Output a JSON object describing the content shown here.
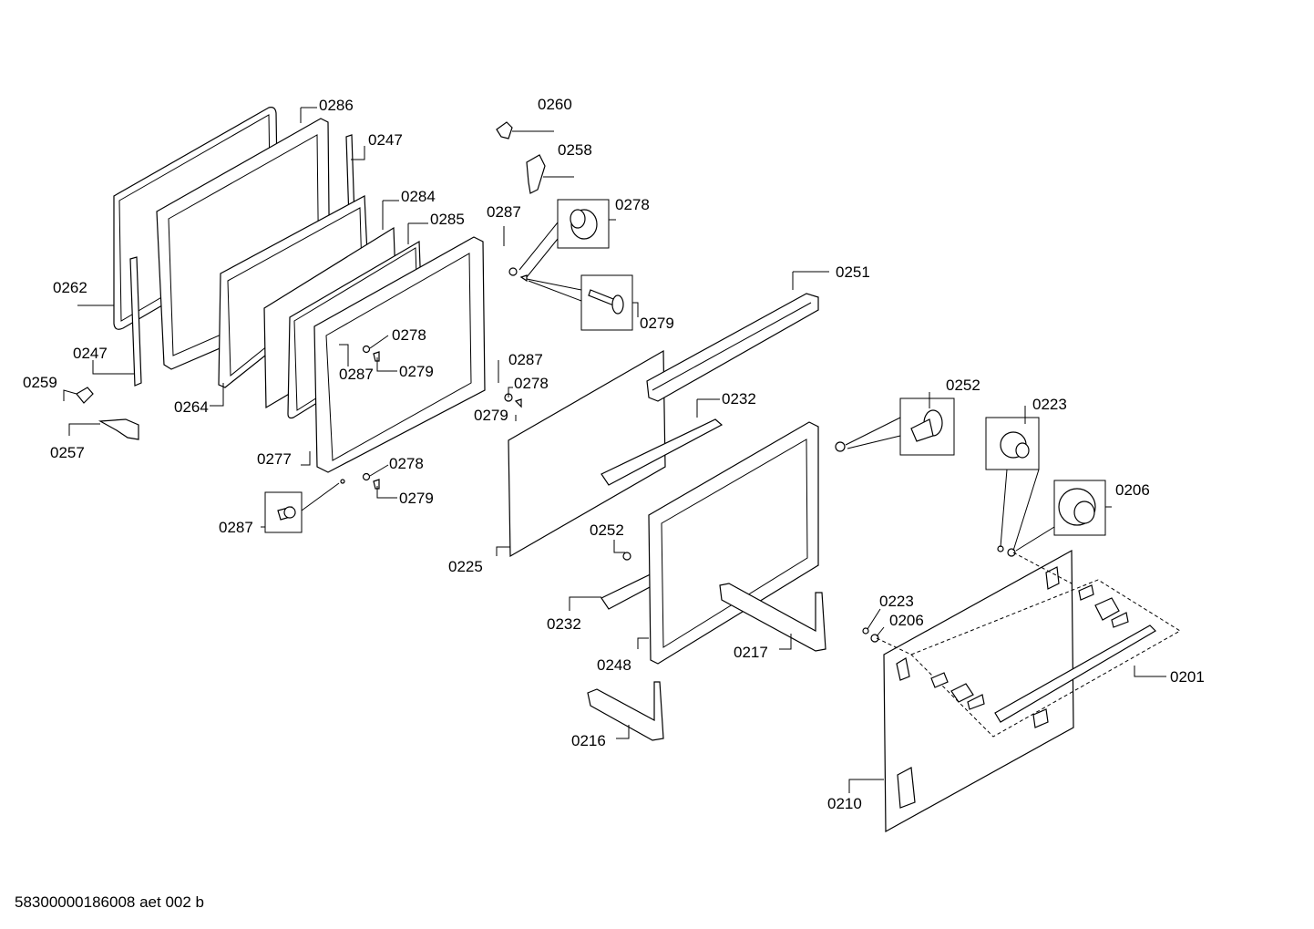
{
  "document_id": "58300000186008 aet 002 b",
  "part_labels": {
    "l0286": "0286",
    "l0247a": "0247",
    "l0284": "0284",
    "l0285": "0285",
    "l0262": "0262",
    "l0247b": "0247",
    "l0259": "0259",
    "l0257": "0257",
    "l0264": "0264",
    "l0277": "0277",
    "l0278a": "0278",
    "l0287a": "0287",
    "l0279a": "0279",
    "l0278b": "0278",
    "l0279b": "0279",
    "l0287b": "0287",
    "l0260": "0260",
    "l0258": "0258",
    "l0287c": "0287",
    "l0278c": "0278",
    "l0279c": "0279",
    "l0287d": "0287",
    "l0278d": "0278",
    "l0279d": "0279",
    "l0225": "0225",
    "l0251": "0251",
    "l0232a": "0232",
    "l0252a": "0252",
    "l0232b": "0232",
    "l0248": "0248",
    "l0217": "0217",
    "l0216": "0216",
    "l0252b": "0252",
    "l0223a": "0223",
    "l0206a": "0206",
    "l0223b": "0223",
    "l0206b": "0206",
    "l0201": "0201",
    "l0210": "0210"
  }
}
